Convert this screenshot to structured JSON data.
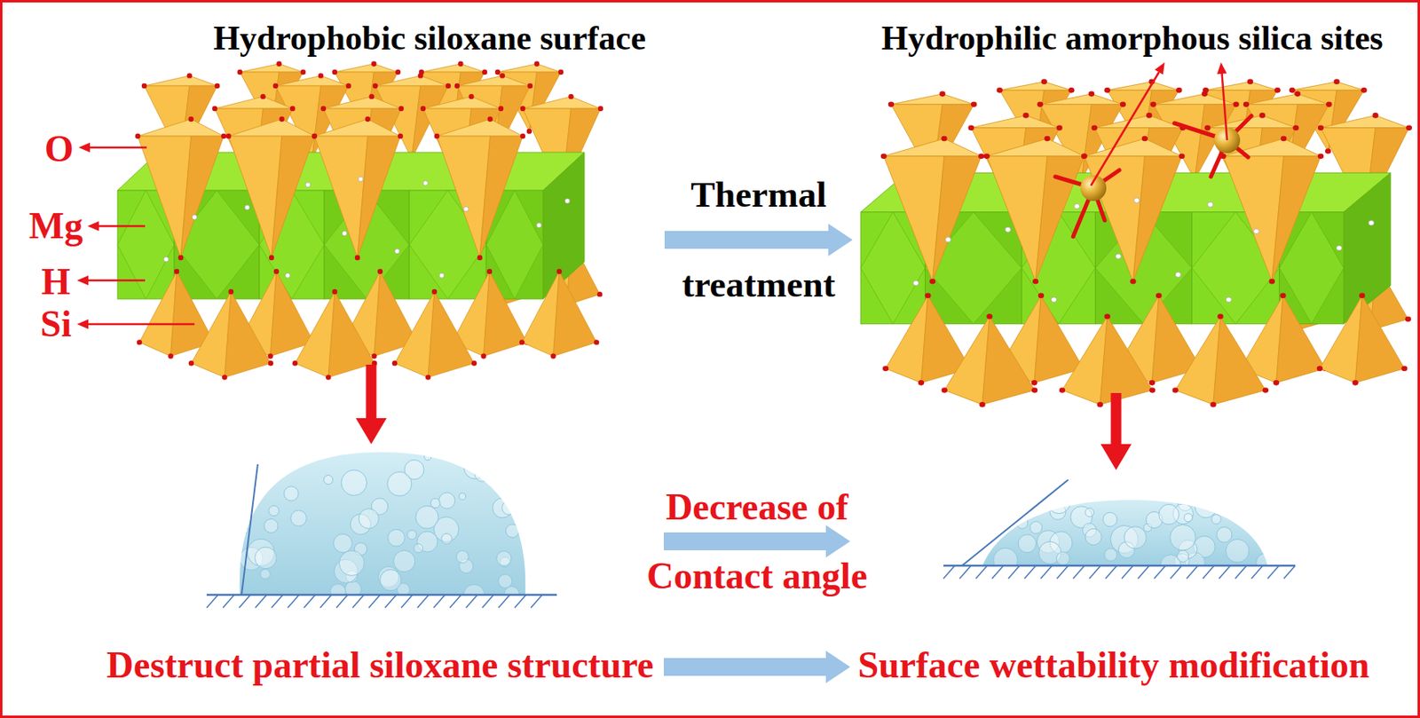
{
  "diagram": {
    "nodes": [
      {
        "text": [
          "Hydrophobic siloxane surface"
        ]
      },
      {
        "text": [
          "Hydrophilic amorphous silica sites"
        ]
      },
      {
        "text": [
          "Destruct partial siloxane structure"
        ]
      },
      {
        "text": [
          "Surface wettability modification"
        ]
      }
    ],
    "edges": [
      {
        "from": 0,
        "to": 1,
        "label": "Thermal treatment",
        "arrow": "to"
      },
      {
        "from": 0,
        "to": 2,
        "arrow": "to"
      },
      {
        "from": 1,
        "to": 3,
        "arrow": "to"
      },
      {
        "from": 2,
        "to": 3,
        "label": "Decrease of Contact angle",
        "arrow": "to"
      },
      {
        "from": 2,
        "to": 3,
        "arrow": "to"
      }
    ],
    "labels": [
      "O",
      "Mg",
      "H",
      "Si"
    ]
  }
}
